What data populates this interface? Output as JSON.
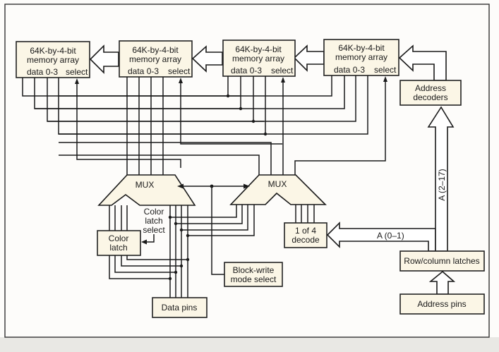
{
  "diagram": {
    "memory_arrays": [
      {
        "line1": "64K-by-4-bit",
        "line2": "memory array",
        "data": "data 0-3",
        "select": "select"
      },
      {
        "line1": "64K-by-4-bit",
        "line2": "memory array",
        "data": "data 0-3",
        "select": "select"
      },
      {
        "line1": "64K-by-4-bit",
        "line2": "memory array",
        "data": "data 0-3",
        "select": "select"
      },
      {
        "line1": "64K-by-4-bit",
        "line2": "memory array",
        "data": "data 0-3",
        "select": "select"
      }
    ],
    "address_decoders": {
      "line1": "Address",
      "line2": "decoders"
    },
    "mux_left": "MUX",
    "mux_right": "MUX",
    "color_latch": {
      "line1": "Color",
      "line2": "latch"
    },
    "color_latch_select": {
      "line1": "Color",
      "line2": "latch",
      "line3": "select"
    },
    "decode": {
      "line1": "1 of 4",
      "line2": "decode"
    },
    "block_write": {
      "line1": "Block-write",
      "line2": "mode select"
    },
    "data_pins": "Data pins",
    "row_column_latches": "Row/column latches",
    "address_pins": "Address pins",
    "bus_a_high": "A (2–17)",
    "bus_a_low": "A (0–1)"
  }
}
